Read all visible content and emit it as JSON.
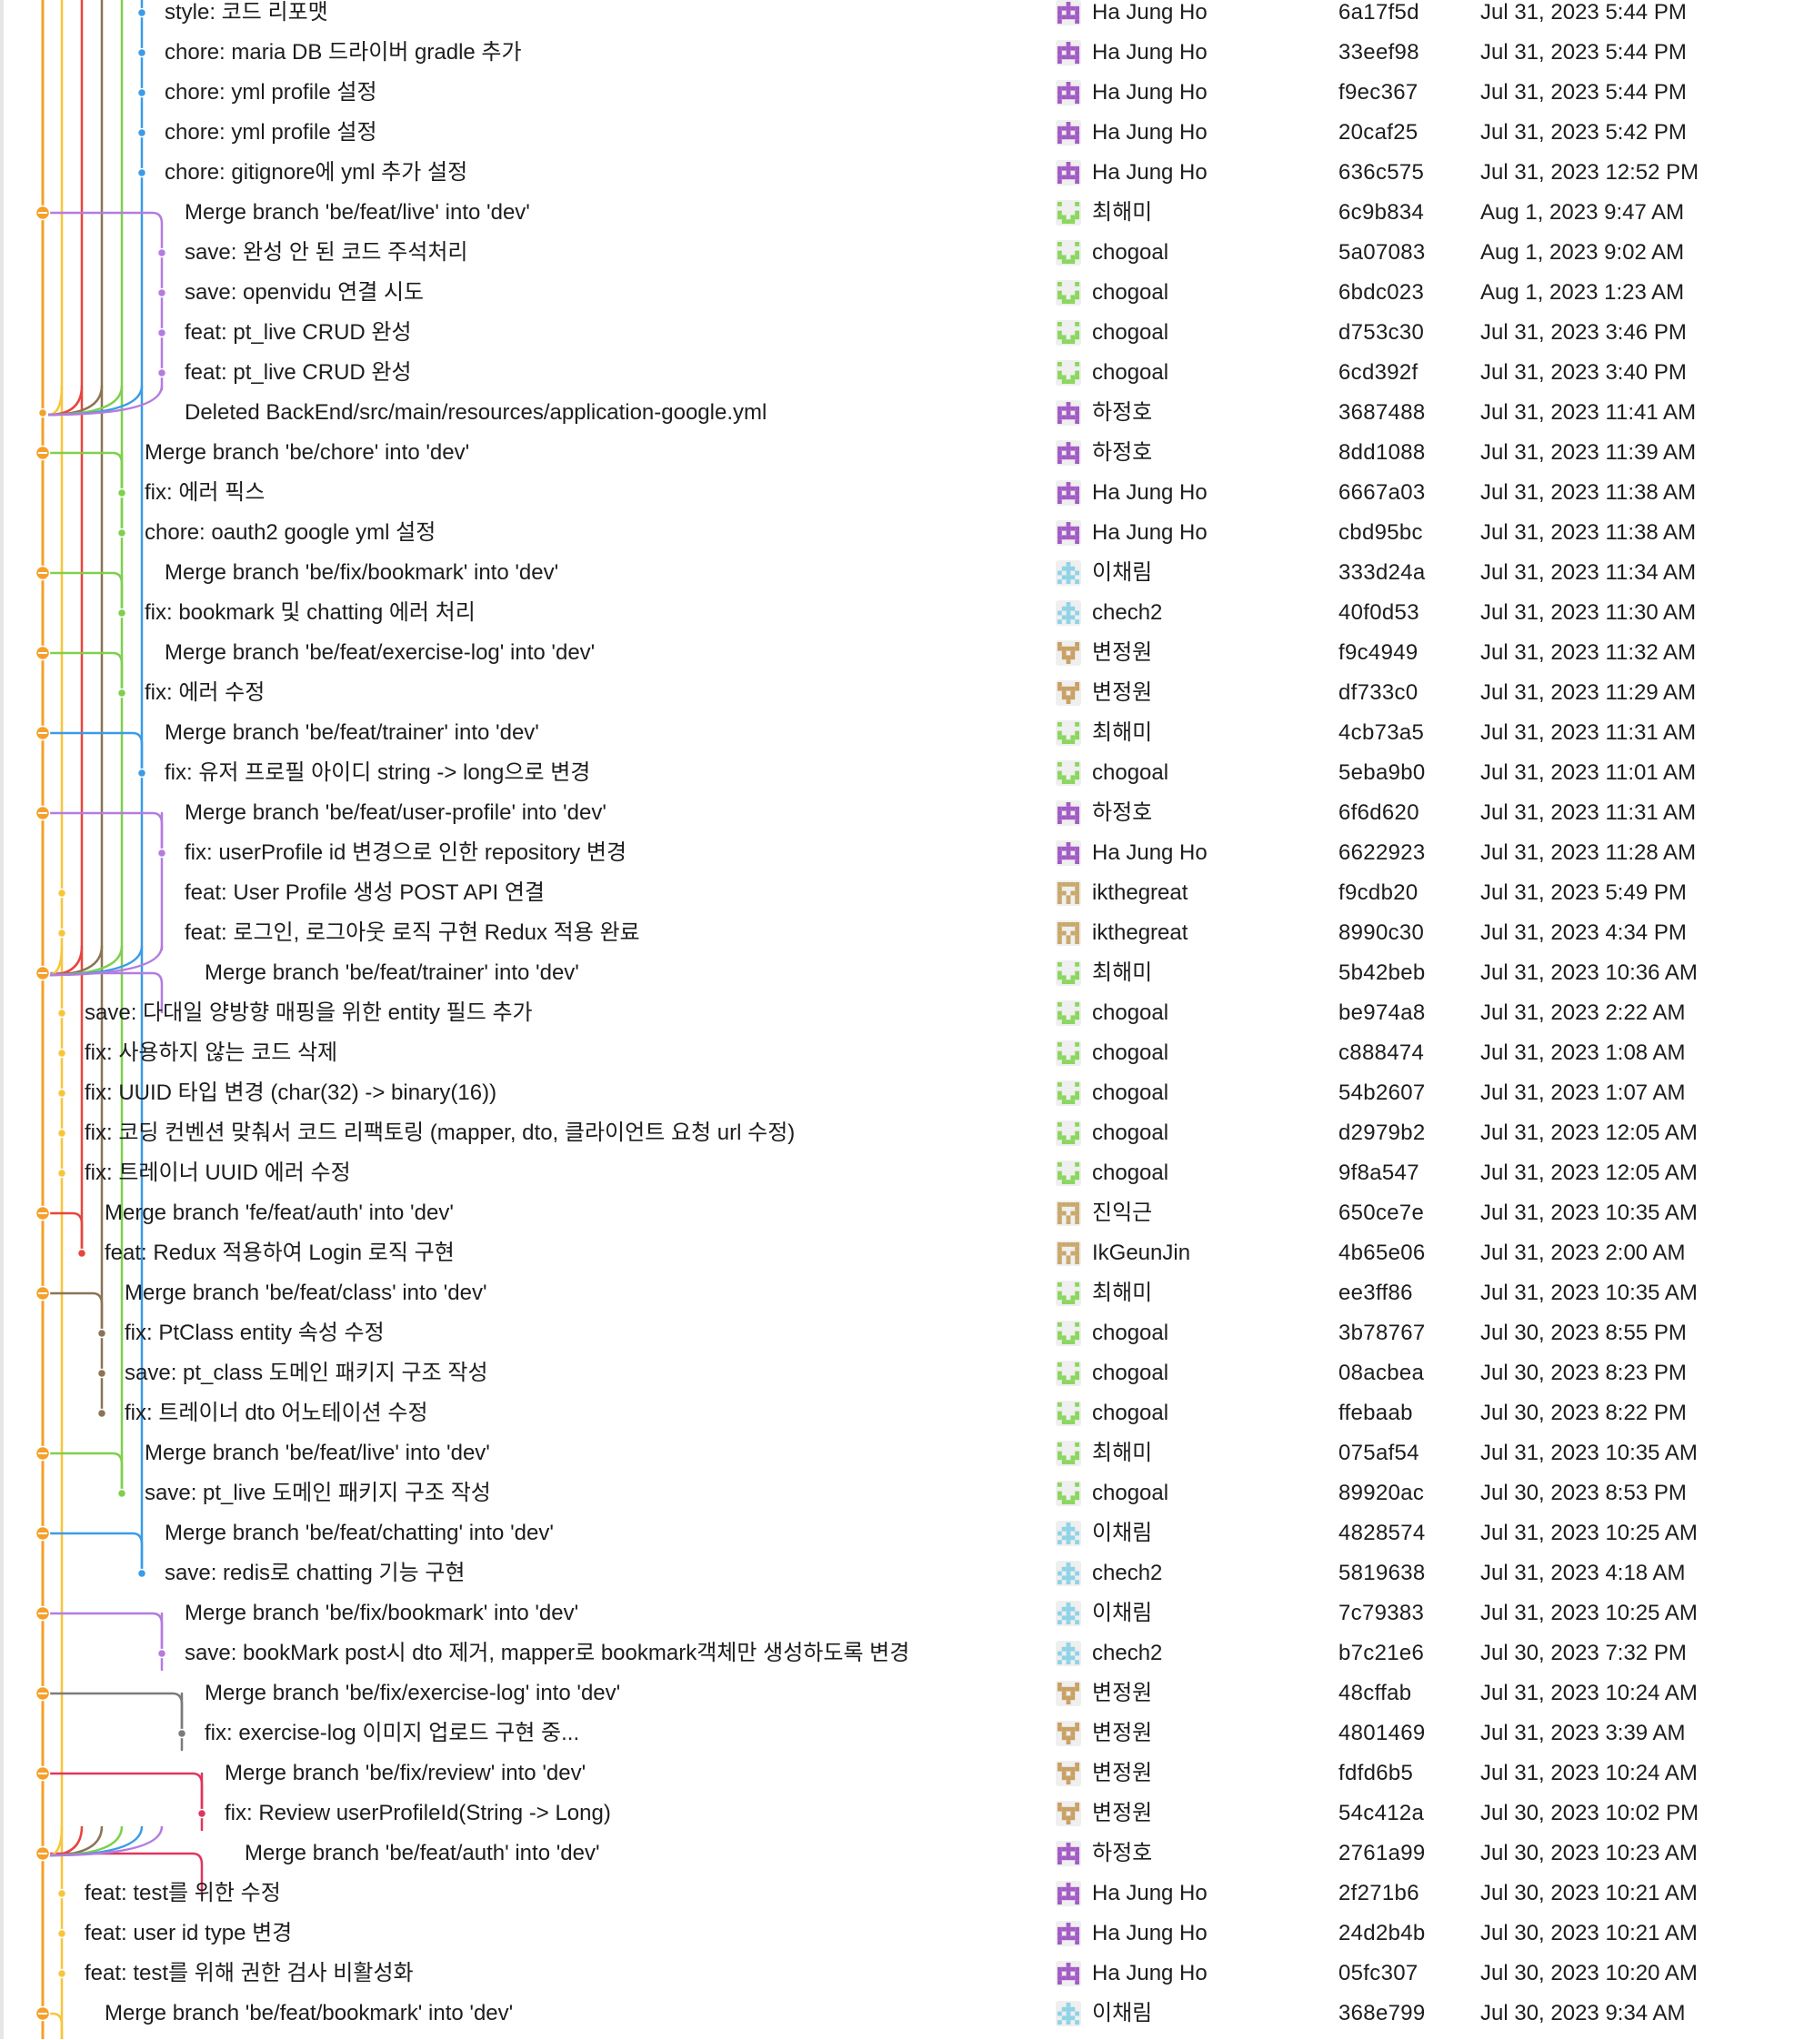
{
  "commits": [
    {
      "message": "style: 코드 리포맷",
      "author": "Ha Jung Ho",
      "hash": "6a17f5d",
      "date": "Jul 31, 2023 5:44 PM",
      "avatar": "identicon-purple",
      "lane": "blue"
    },
    {
      "message": "chore: maria DB 드라이버 gradle 추가",
      "author": "Ha Jung Ho",
      "hash": "33eef98",
      "date": "Jul 31, 2023 5:44 PM",
      "avatar": "identicon-purple",
      "lane": "blue"
    },
    {
      "message": "chore: yml profile 설정",
      "author": "Ha Jung Ho",
      "hash": "f9ec367",
      "date": "Jul 31, 2023 5:44 PM",
      "avatar": "identicon-purple",
      "lane": "blue"
    },
    {
      "message": "chore: yml profile 설정",
      "author": "Ha Jung Ho",
      "hash": "20caf25",
      "date": "Jul 31, 2023 5:42 PM",
      "avatar": "identicon-purple",
      "lane": "blue"
    },
    {
      "message": "chore: gitignore에 yml 추가 설정",
      "author": "Ha Jung Ho",
      "hash": "636c575",
      "date": "Jul 31, 2023 12:52 PM",
      "avatar": "identicon-purple",
      "lane": "blue"
    },
    {
      "message": "Merge branch 'be/feat/live' into 'dev'",
      "author": "최해미",
      "hash": "6c9b834",
      "date": "Aug 1, 2023 9:47 AM",
      "avatar": "identicon-green",
      "lane": "merge"
    },
    {
      "message": "save: 완성 안 된 코드 주석처리",
      "author": "chogoal",
      "hash": "5a07083",
      "date": "Aug 1, 2023 9:02 AM",
      "avatar": "identicon-green",
      "lane": "purple"
    },
    {
      "message": "save: openvidu 연결 시도",
      "author": "chogoal",
      "hash": "6bdc023",
      "date": "Aug 1, 2023 1:23 AM",
      "avatar": "identicon-green",
      "lane": "purple"
    },
    {
      "message": "feat: pt_live CRUD 완성",
      "author": "chogoal",
      "hash": "d753c30",
      "date": "Jul 31, 2023 3:46 PM",
      "avatar": "identicon-green",
      "lane": "purple"
    },
    {
      "message": "feat: pt_live CRUD 완성",
      "author": "chogoal",
      "hash": "6cd392f",
      "date": "Jul 31, 2023 3:40 PM",
      "avatar": "identicon-green",
      "lane": "purple"
    },
    {
      "message": "Deleted BackEnd/src/main/resources/application-google.yml",
      "author": "하정호",
      "hash": "3687488",
      "date": "Jul 31, 2023 11:41 AM",
      "avatar": "identicon-purple",
      "lane": "main"
    },
    {
      "message": "Merge branch 'be/chore' into 'dev'",
      "author": "하정호",
      "hash": "8dd1088",
      "date": "Jul 31, 2023 11:39 AM",
      "avatar": "identicon-purple",
      "lane": "merge"
    },
    {
      "message": "fix: 에러 픽스",
      "author": "Ha Jung Ho",
      "hash": "6667a03",
      "date": "Jul 31, 2023 11:38 AM",
      "avatar": "identicon-purple",
      "lane": "green"
    },
    {
      "message": "chore: oauth2 google yml 설정",
      "author": "Ha Jung Ho",
      "hash": "cbd95bc",
      "date": "Jul 31, 2023 11:38 AM",
      "avatar": "identicon-purple",
      "lane": "green"
    },
    {
      "message": "Merge branch 'be/fix/bookmark' into 'dev'",
      "author": "이채림",
      "hash": "333d24a",
      "date": "Jul 31, 2023 11:34 AM",
      "avatar": "identicon-cyan",
      "lane": "merge"
    },
    {
      "message": "fix: bookmark 및 chatting 에러 처리",
      "author": "chech2",
      "hash": "40f0d53",
      "date": "Jul 31, 2023 11:30 AM",
      "avatar": "identicon-cyan",
      "lane": "green"
    },
    {
      "message": "Merge branch 'be/feat/exercise-log' into 'dev'",
      "author": "변정원",
      "hash": "f9c4949",
      "date": "Jul 31, 2023 11:32 AM",
      "avatar": "identicon-tan",
      "lane": "merge"
    },
    {
      "message": "fix: 에러 수정",
      "author": "변정원",
      "hash": "df733c0",
      "date": "Jul 31, 2023 11:29 AM",
      "avatar": "identicon-tan",
      "lane": "green"
    },
    {
      "message": "Merge branch 'be/feat/trainer' into 'dev'",
      "author": "최해미",
      "hash": "4cb73a5",
      "date": "Jul 31, 2023 11:31 AM",
      "avatar": "identicon-green",
      "lane": "merge"
    },
    {
      "message": "fix: 유저 프로필 아이디 string -> long으로 변경",
      "author": "chogoal",
      "hash": "5eba9b0",
      "date": "Jul 31, 2023 11:01 AM",
      "avatar": "identicon-green",
      "lane": "blue"
    },
    {
      "message": "Merge branch 'be/feat/user-profile' into 'dev'",
      "author": "하정호",
      "hash": "6f6d620",
      "date": "Jul 31, 2023 11:31 AM",
      "avatar": "identicon-purple",
      "lane": "merge"
    },
    {
      "message": "fix: userProfile id 변경으로 인한 repository 변경",
      "author": "Ha Jung Ho",
      "hash": "6622923",
      "date": "Jul 31, 2023 11:28 AM",
      "avatar": "identicon-purple",
      "lane": "purple"
    },
    {
      "message": "feat: User Profile 생성 POST API 연결",
      "author": "ikthegreat",
      "hash": "f9cdb20",
      "date": "Jul 31, 2023 5:49 PM",
      "avatar": "identicon-gold",
      "lane": "yellow"
    },
    {
      "message": "feat: 로그인, 로그아웃 로직 구현 Redux 적용 완료",
      "author": "ikthegreat",
      "hash": "8990c30",
      "date": "Jul 31, 2023 4:34 PM",
      "avatar": "identicon-gold",
      "lane": "yellow"
    },
    {
      "message": "Merge branch 'be/feat/trainer' into 'dev'",
      "author": "최해미",
      "hash": "5b42beb",
      "date": "Jul 31, 2023 10:36 AM",
      "avatar": "identicon-green",
      "lane": "merge"
    },
    {
      "message": "save: 다대일 양방향 매핑을 위한 entity 필드 추가",
      "author": "chogoal",
      "hash": "be974a8",
      "date": "Jul 31, 2023 2:22 AM",
      "avatar": "identicon-green",
      "lane": "yellow"
    },
    {
      "message": "fix: 사용하지 않는 코드 삭제",
      "author": "chogoal",
      "hash": "c888474",
      "date": "Jul 31, 2023 1:08 AM",
      "avatar": "identicon-green",
      "lane": "yellow"
    },
    {
      "message": "fix: UUID 타입 변경 (char(32) -> binary(16))",
      "author": "chogoal",
      "hash": "54b2607",
      "date": "Jul 31, 2023 1:07 AM",
      "avatar": "identicon-green",
      "lane": "yellow"
    },
    {
      "message": "fix: 코딩 컨벤션 맞춰서 코드 리팩토링 (mapper, dto, 클라이언트 요청 url 수정)",
      "author": "chogoal",
      "hash": "d2979b2",
      "date": "Jul 31, 2023 12:05 AM",
      "avatar": "identicon-green",
      "lane": "yellow"
    },
    {
      "message": "fix: 트레이너 UUID 에러 수정",
      "author": "chogoal",
      "hash": "9f8a547",
      "date": "Jul 31, 2023 12:05 AM",
      "avatar": "identicon-green",
      "lane": "yellow"
    },
    {
      "message": "Merge branch 'fe/feat/auth' into 'dev'",
      "author": "진익근",
      "hash": "650ce7e",
      "date": "Jul 31, 2023 10:35 AM",
      "avatar": "identicon-gold",
      "lane": "merge"
    },
    {
      "message": "feat: Redux 적용하여 Login 로직 구현",
      "author": "IkGeunJin",
      "hash": "4b65e06",
      "date": "Jul 31, 2023 2:00 AM",
      "avatar": "identicon-gold",
      "lane": "red"
    },
    {
      "message": "Merge branch 'be/feat/class' into 'dev'",
      "author": "최해미",
      "hash": "ee3ff86",
      "date": "Jul 31, 2023 10:35 AM",
      "avatar": "identicon-green",
      "lane": "merge"
    },
    {
      "message": "fix: PtClass entity 속성 수정",
      "author": "chogoal",
      "hash": "3b78767",
      "date": "Jul 30, 2023 8:55 PM",
      "avatar": "identicon-green",
      "lane": "brown"
    },
    {
      "message": "save: pt_class 도메인 패키지 구조 작성",
      "author": "chogoal",
      "hash": "08acbea",
      "date": "Jul 30, 2023 8:23 PM",
      "avatar": "identicon-green",
      "lane": "brown"
    },
    {
      "message": "fix: 트레이너 dto 어노테이션 수정",
      "author": "chogoal",
      "hash": "ffebaab",
      "date": "Jul 30, 2023 8:22 PM",
      "avatar": "identicon-green",
      "lane": "brown"
    },
    {
      "message": "Merge branch 'be/feat/live' into 'dev'",
      "author": "최해미",
      "hash": "075af54",
      "date": "Jul 31, 2023 10:35 AM",
      "avatar": "identicon-green",
      "lane": "merge"
    },
    {
      "message": "save: pt_live 도메인 패키지 구조 작성",
      "author": "chogoal",
      "hash": "89920ac",
      "date": "Jul 30, 2023 8:53 PM",
      "avatar": "identicon-green",
      "lane": "green"
    },
    {
      "message": "Merge branch 'be/feat/chatting' into 'dev'",
      "author": "이채림",
      "hash": "4828574",
      "date": "Jul 31, 2023 10:25 AM",
      "avatar": "identicon-cyan",
      "lane": "merge"
    },
    {
      "message": "save: redis로 chatting 기능 구현",
      "author": "chech2",
      "hash": "5819638",
      "date": "Jul 31, 2023 4:18 AM",
      "avatar": "identicon-cyan",
      "lane": "blue"
    },
    {
      "message": "Merge branch 'be/fix/bookmark' into 'dev'",
      "author": "이채림",
      "hash": "7c79383",
      "date": "Jul 31, 2023 10:25 AM",
      "avatar": "identicon-cyan",
      "lane": "merge"
    },
    {
      "message": "save: bookMark post시 dto 제거, mapper로 bookmark객체만 생성하도록 변경",
      "author": "chech2",
      "hash": "b7c21e6",
      "date": "Jul 30, 2023 7:32 PM",
      "avatar": "identicon-cyan",
      "lane": "purple"
    },
    {
      "message": "Merge branch 'be/fix/exercise-log' into 'dev'",
      "author": "변정원",
      "hash": "48cffab",
      "date": "Jul 31, 2023 10:24 AM",
      "avatar": "identicon-tan",
      "lane": "merge"
    },
    {
      "message": "fix: exercise-log 이미지 업로드 구현 중...",
      "author": "변정원",
      "hash": "4801469",
      "date": "Jul 31, 2023 3:39 AM",
      "avatar": "identicon-tan",
      "lane": "gray"
    },
    {
      "message": "Merge branch 'be/fix/review' into 'dev'",
      "author": "변정원",
      "hash": "fdfd6b5",
      "date": "Jul 31, 2023 10:24 AM",
      "avatar": "identicon-tan",
      "lane": "merge"
    },
    {
      "message": "fix: Review userProfileId(String -> Long)",
      "author": "변정원",
      "hash": "54c412a",
      "date": "Jul 30, 2023 10:02 PM",
      "avatar": "identicon-tan",
      "lane": "crimson"
    },
    {
      "message": "Merge branch 'be/feat/auth' into 'dev'",
      "author": "하정호",
      "hash": "2761a99",
      "date": "Jul 30, 2023 10:23 AM",
      "avatar": "identicon-purple",
      "lane": "merge"
    },
    {
      "message": "feat: test를 위한 수정",
      "author": "Ha Jung Ho",
      "hash": "2f271b6",
      "date": "Jul 30, 2023 10:21 AM",
      "avatar": "identicon-purple",
      "lane": "yellow"
    },
    {
      "message": "feat: user id type 변경",
      "author": "Ha Jung Ho",
      "hash": "24d2b4b",
      "date": "Jul 30, 2023 10:21 AM",
      "avatar": "identicon-purple",
      "lane": "yellow"
    },
    {
      "message": "feat: test를 위해 권한 검사 비활성화",
      "author": "Ha Jung Ho",
      "hash": "05fc307",
      "date": "Jul 30, 2023 10:20 AM",
      "avatar": "identicon-purple",
      "lane": "yellow"
    },
    {
      "message": "Merge branch 'be/feat/bookmark' into 'dev'",
      "author": "이채림",
      "hash": "368e799",
      "date": "Jul 30, 2023 9:34 AM",
      "avatar": "identicon-cyan",
      "lane": "merge"
    }
  ],
  "colors": {
    "orange": "#F5A02A",
    "yellow": "#F7C53A",
    "red": "#E8453C",
    "brown": "#8B7355",
    "green": "#7ED04B",
    "blue": "#3A9BE8",
    "purple": "#B57BE0",
    "gray": "#7B7B7B",
    "crimson": "#E0355E",
    "identicon-purple": "#A25BC5",
    "identicon-green": "#8BD65E",
    "identicon-cyan": "#8FD3E6",
    "identicon-tan": "#C9A064",
    "identicon-gold": "#C9A86A"
  }
}
